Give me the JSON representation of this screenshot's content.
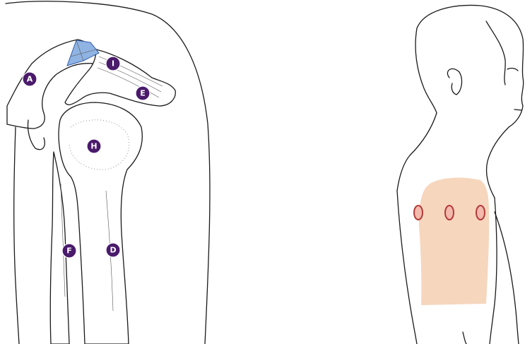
{
  "markers": [
    {
      "id": "A",
      "label": "A"
    },
    {
      "id": "I",
      "label": "I"
    },
    {
      "id": "E",
      "label": "E"
    },
    {
      "id": "H",
      "label": "H"
    },
    {
      "id": "F",
      "label": "F"
    },
    {
      "id": "D",
      "label": "D"
    }
  ],
  "colors": {
    "marker_fill": "#4a1a6b",
    "ligament_blue": "#8fb4e3",
    "skin_patch": "#f6d6bd",
    "electrode_fill": "#f3b9ad",
    "electrode_outline": "#b33a3a"
  },
  "electrode_count": 3
}
